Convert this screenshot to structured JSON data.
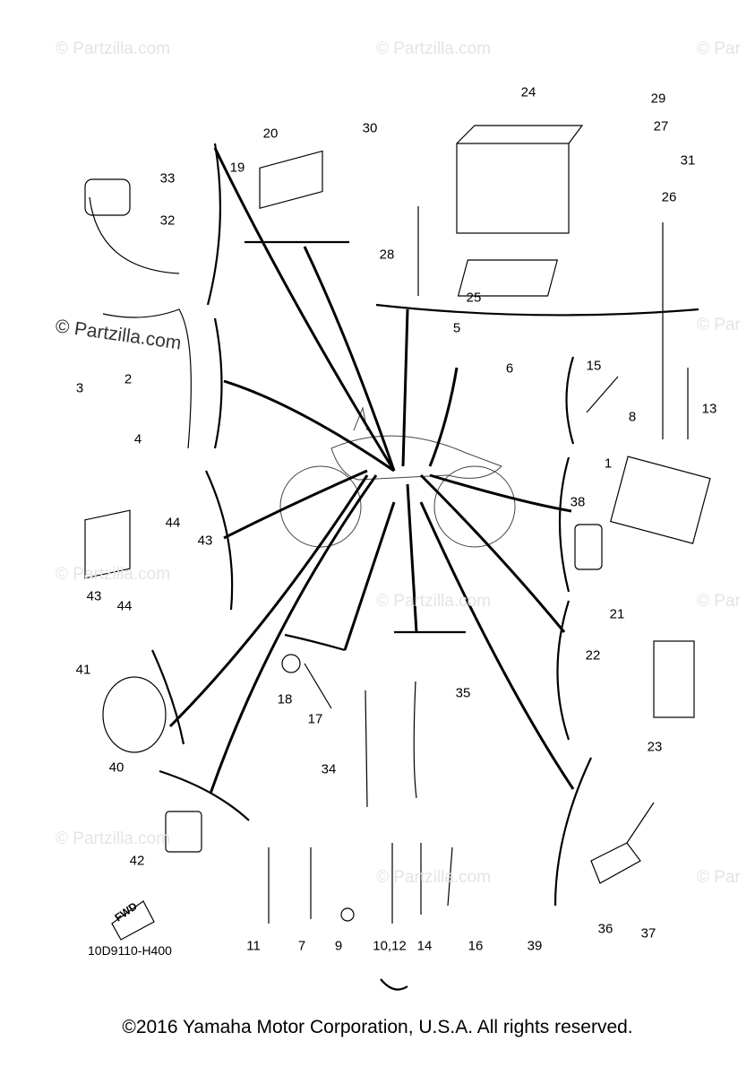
{
  "diagram": {
    "watermark": "© Partzilla.com",
    "watermark_partial": "© Par",
    "fwd_label": "FWD",
    "drawing_code": "10D9110-H400",
    "copyright": "©2016 Yamaha Motor Corporation, U.S.A. All rights reserved.",
    "callouts": [
      "20",
      "19",
      "30",
      "24",
      "29",
      "27",
      "31",
      "26",
      "28",
      "25",
      "33",
      "32",
      "2",
      "3",
      "4",
      "5",
      "6",
      "15",
      "8",
      "13",
      "1",
      "38",
      "44",
      "43",
      "43",
      "44",
      "21",
      "22",
      "23",
      "41",
      "40",
      "18",
      "17",
      "35",
      "34",
      "42",
      "11",
      "7",
      "9",
      "10,12",
      "14",
      "16",
      "39",
      "36",
      "37"
    ]
  }
}
